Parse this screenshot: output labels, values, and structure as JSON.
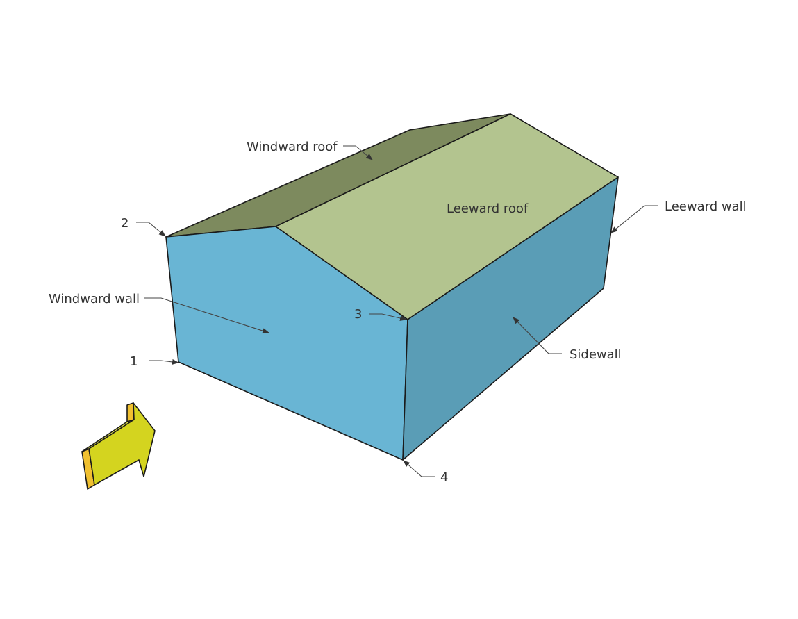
{
  "labels": {
    "windward_roof": "Windward roof",
    "leeward_roof": "Leeward roof",
    "leeward_wall": "Leeward wall",
    "windward_wall": "Windward wall",
    "sidewall": "Sidewall",
    "corner_1": "1",
    "corner_2": "2",
    "corner_3": "3",
    "corner_4": "4"
  },
  "colors": {
    "windward_roof": "#7d8a5e",
    "leeward_roof": "#b3c48f",
    "windward_wall": "#69b5d4",
    "sidewall": "#5a9db6",
    "arrow_front": "#d4d41f",
    "arrow_side": "#f0c030",
    "arrow_top": "#e0e048"
  },
  "icons": {
    "wind_direction": "wind-arrow-icon"
  }
}
